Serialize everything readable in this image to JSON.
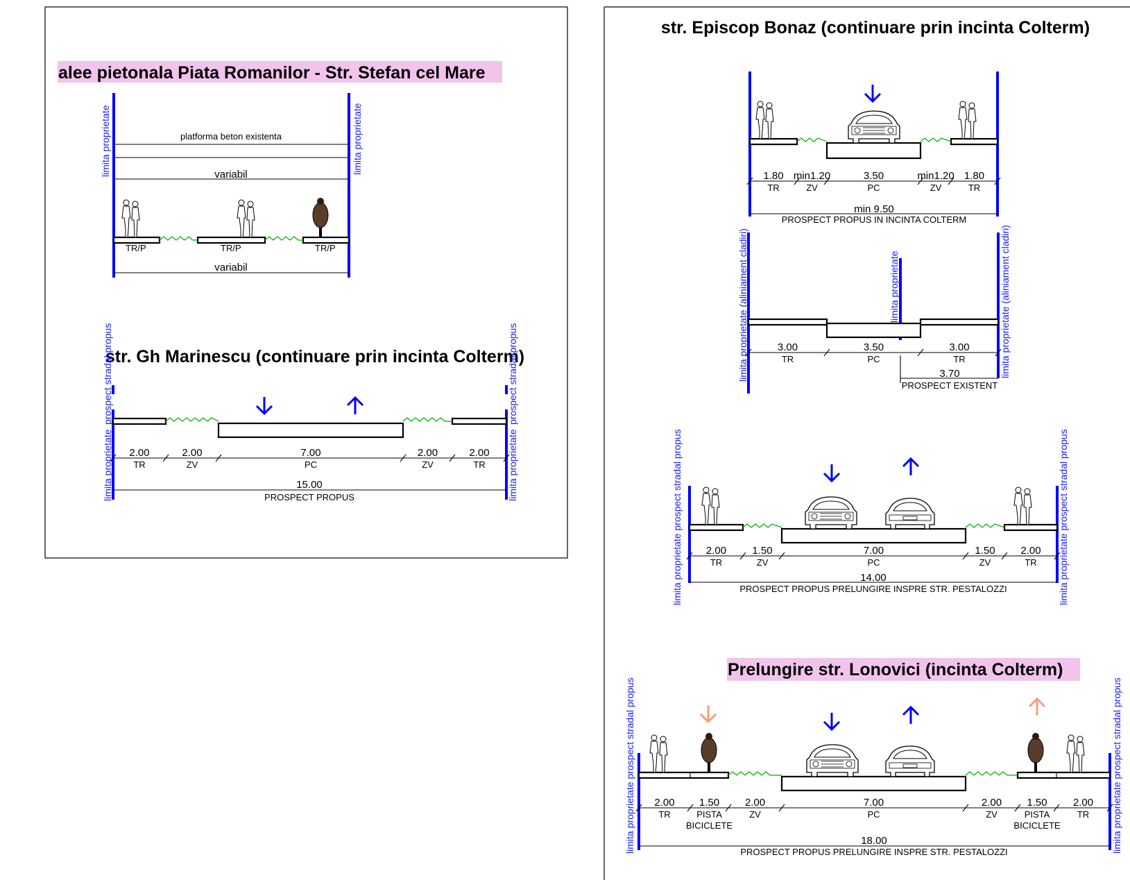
{
  "colors": {
    "limit_line": "#0000ff",
    "green_zone": "#00aa00",
    "highlight": "#f2c4ec",
    "bike_arrow": "#f4a07a",
    "car_arrow": "#0000ff"
  },
  "panel_alee": {
    "title": "alee pietonala Piata Romanilor - Str. Stefan cel Mare",
    "limit_left": "limita proprietate",
    "limit_right": "limita proprietate",
    "platform_label": "platforma beton existenta",
    "dim_top": "variabil",
    "dim_bottom": "variabil",
    "segments": [
      "TR/P",
      "TR/P",
      "TR/P"
    ]
  },
  "panel_marinescu": {
    "title": "str. Gh Marinescu (continuare prin incinta Colterm)",
    "limit_left_a": "limita proprietate",
    "limit_left_b": "prospect stradal propus",
    "limit_right_a": "limita proprietate",
    "limit_right_b": "prospect stradal propus",
    "dims": [
      {
        "value": "2.00",
        "code": "TR"
      },
      {
        "value": "2.00",
        "code": "ZV"
      },
      {
        "value": "7.00",
        "code": "PC"
      },
      {
        "value": "2.00",
        "code": "ZV"
      },
      {
        "value": "2.00",
        "code": "TR"
      }
    ],
    "total": "15.00",
    "total_label": "PROSPECT PROPUS"
  },
  "panel_bonaz": {
    "title": "str. Episcop Bonaz (continuare prin incinta Colterm)",
    "section1": {
      "dims": [
        {
          "value": "1.80",
          "code": "TR"
        },
        {
          "value": "min1.20",
          "code": "ZV"
        },
        {
          "value": "3.50",
          "code": "PC"
        },
        {
          "value": "min1.20",
          "code": "ZV"
        },
        {
          "value": "1.80",
          "code": "TR"
        }
      ],
      "total": "min 9.50",
      "total_label": "PROSPECT PROPUS IN INCINTA COLTERM"
    },
    "section2": {
      "limit_left": "limita proprietate (aliniament cladiri)",
      "limit_mid": "limita proprietate",
      "limit_right": "limita proprietate (aliniament cladiri)",
      "dims": [
        {
          "value": "3.00",
          "code": "TR"
        },
        {
          "value": "3.50",
          "code": "PC"
        },
        {
          "value": "3.00",
          "code": "TR"
        }
      ],
      "existing": "3.70",
      "existing_label": "PROSPECT EXISTENT"
    },
    "section3": {
      "limit_left": "limita proprietate prospect stradal propus",
      "limit_right": "limita proprietate prospect stradal propus",
      "dims": [
        {
          "value": "2.00",
          "code": "TR"
        },
        {
          "value": "1.50",
          "code": "ZV"
        },
        {
          "value": "7.00",
          "code": "PC"
        },
        {
          "value": "1.50",
          "code": "ZV"
        },
        {
          "value": "2.00",
          "code": "TR"
        }
      ],
      "total": "14.00",
      "total_label": "PROSPECT PROPUS PRELUNGIRE INSPRE STR. PESTALOZZI"
    }
  },
  "panel_lonovici": {
    "title": "Prelungire str. Lonovici (incinta Colterm)",
    "limit_left": "limita proprietate prospect stradal propus",
    "limit_right": "limita proprietate prospect stradal propus",
    "dims": [
      {
        "value": "2.00",
        "code": "TR",
        "code2": ""
      },
      {
        "value": "1.50",
        "code": "PISTA",
        "code2": "BICICLETE"
      },
      {
        "value": "2.00",
        "code": "ZV",
        "code2": ""
      },
      {
        "value": "7.00",
        "code": "PC",
        "code2": ""
      },
      {
        "value": "2.00",
        "code": "ZV",
        "code2": ""
      },
      {
        "value": "1.50",
        "code": "PISTA",
        "code2": "BICICLETE"
      },
      {
        "value": "2.00",
        "code": "TR",
        "code2": ""
      }
    ],
    "total": "18.00",
    "total_label": "PROSPECT PROPUS PRELUNGIRE INSPRE STR. PESTALOZZI"
  }
}
